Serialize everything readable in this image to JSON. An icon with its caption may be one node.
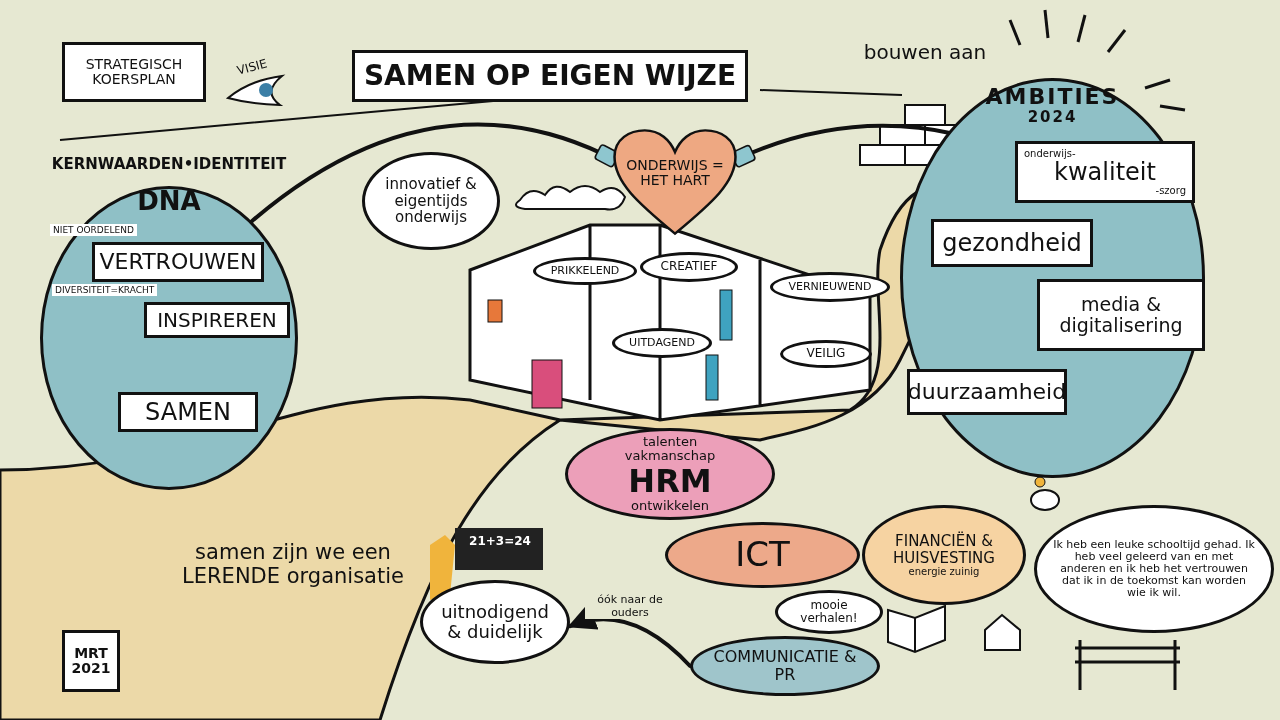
{
  "diagram": {
    "title": "SAMEN OP EIGEN WIJZE",
    "nodes": [
      {
        "text": [
          "STRATEGISCH KOERSPLAN"
        ]
      },
      {
        "text": [
          "KERNWAARDEN•IDENTITEIT",
          "DNA"
        ]
      },
      {
        "text": [
          "VERTROUWEN"
        ],
        "in": 1,
        "beside": [
          "NIET OORDELEND"
        ]
      },
      {
        "text": [
          "INSPIREREN"
        ],
        "in": 1,
        "beside": [
          "DIVERSITEIT=KRACHT"
        ]
      },
      {
        "text": [
          "SAMEN"
        ],
        "in": 1
      },
      {
        "text": [
          "innovatief & eigentijds onderwijs"
        ]
      },
      {
        "text": [
          "ONDERWIJS = HET HART"
        ]
      },
      {
        "text": [
          "PRIKKELEND"
        ]
      },
      {
        "text": [
          "CREATIEF"
        ]
      },
      {
        "text": [
          "VERNIEUWEND"
        ]
      },
      {
        "text": [
          "UITDAGEND"
        ]
      },
      {
        "text": [
          "VEILIG"
        ]
      },
      {
        "text": [
          "AMBITIES",
          "2024"
        ]
      },
      {
        "text": [
          "onderwijs-",
          "kwaliteit",
          "-szorg"
        ],
        "in": 12
      },
      {
        "text": [
          "gezondheid"
        ],
        "in": 12
      },
      {
        "text": [
          "media & digitalisering"
        ],
        "in": 12
      },
      {
        "text": [
          "duurzaamheid"
        ],
        "in": 12
      },
      {
        "text": [
          "talenten",
          "vakmanschap",
          "HRM",
          "ontwikkelen"
        ]
      },
      {
        "text": [
          "ICT"
        ]
      },
      {
        "text": [
          "FINANCIËN & HUISVESTING",
          "energie zuinig"
        ]
      },
      {
        "text": [
          "Ik heb een leuke schooltijd gehad. Ik heb veel geleerd van en met anderen en ik heb het vertrouwen dat ik in de toekomst kan worden wie ik wil."
        ]
      },
      {
        "text": [
          "mooie verhalen!"
        ]
      },
      {
        "text": [
          "COMMUNICATIE & PR"
        ]
      },
      {
        "text": [
          "uitnodigend & duidelijk"
        ]
      },
      {
        "text": [
          "MRT",
          "2021"
        ]
      }
    ],
    "edges": [
      {
        "from": 1,
        "to": 6,
        "arrow": "other"
      },
      {
        "from": 12,
        "to": 6,
        "arrow": "other"
      },
      {
        "from": 22,
        "to": 23,
        "arrow": "to",
        "label": "óók naar de ouders"
      }
    ],
    "labels": [
      "VISIE",
      "bouwen aan",
      "21+3=24",
      "samen zijn we een LERENDE organisatie"
    ]
  }
}
